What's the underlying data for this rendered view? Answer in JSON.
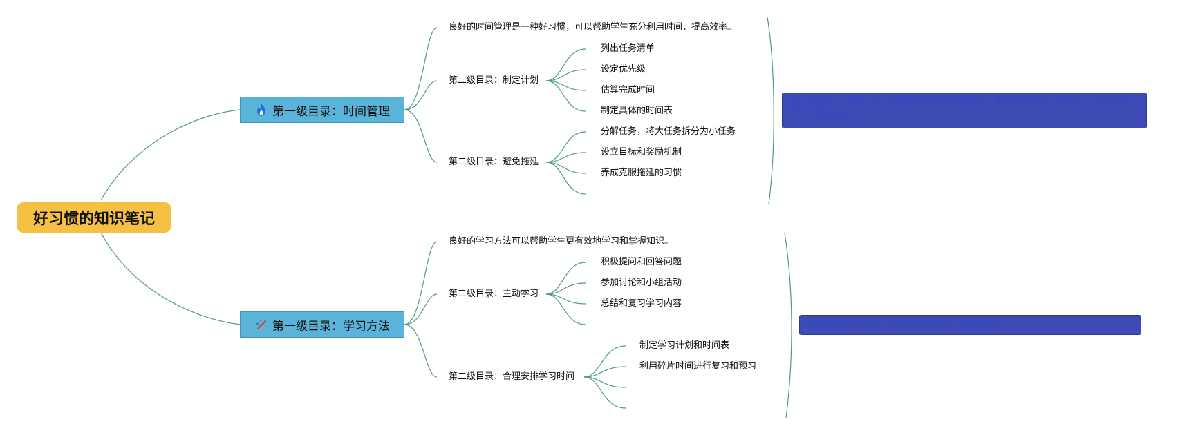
{
  "root": {
    "label": "好习惯的知识笔记"
  },
  "branches": [
    {
      "label": "第一级目录：时间管理",
      "icon": "fire-icon",
      "intro": "良好的时间管理是一种好习惯，可以帮助学生充分利用时间，提高效率。",
      "sub": [
        {
          "label": "第二级目录：制定计划",
          "items": [
            "列出任务清单",
            "设定优先级",
            "估算完成时间",
            "制定具体的时间表"
          ]
        },
        {
          "label": "第二级目录：避免拖延",
          "items": [
            "分解任务，将大任务拆分为小任务",
            "设立目标和奖励机制",
            "养成克服拖延的习惯"
          ]
        }
      ],
      "summary": "通过合理的时间管理，学生能够更好地平衡学习和生活，提升学习效果，减少压力，也为日后工作打下良好基础。"
    },
    {
      "label": "第一级目录：学习方法",
      "icon": "magic-wand-icon",
      "intro": "良好的学习方法可以帮助学生更有效地学习和掌握知识。",
      "sub": [
        {
          "label": "第二级目录：主动学习",
          "items": [
            "积极提问和回答问题",
            "参加讨论和小组活动",
            "总结和复习学习内容"
          ]
        },
        {
          "label": "第二级目录：合理安排学习时间",
          "items": [
            "制定学习计划和时间表",
            "利用碎片时间进行复习和预习"
          ]
        }
      ],
      "summary": "掌握科学的学习方法，能让学生事半功倍，持续进步。"
    }
  ],
  "colors": {
    "root_fill": "#f5c043",
    "level1_fill": "#5ab4d9",
    "connector": "#4f9a86",
    "summary_fill": "#3e4bb5"
  }
}
